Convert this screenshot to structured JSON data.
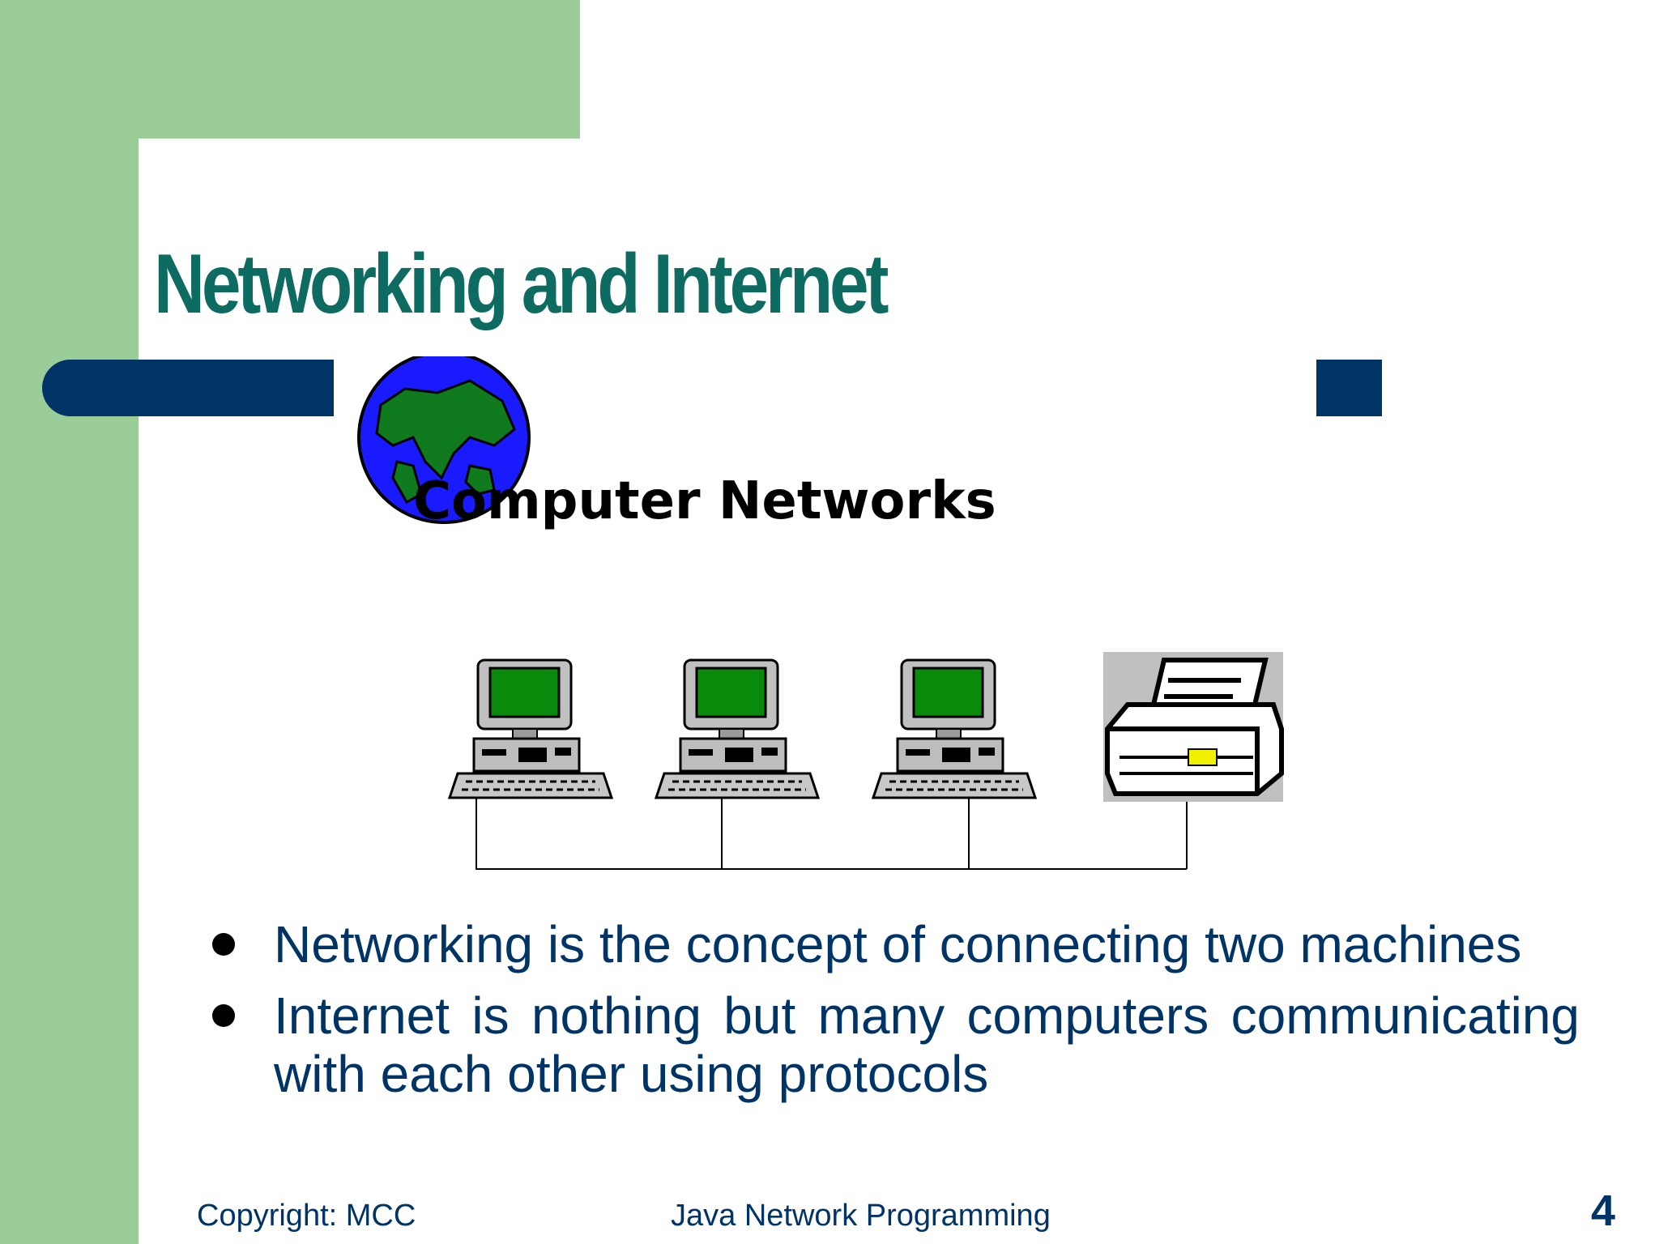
{
  "slide": {
    "title": "Networking and Internet",
    "clipart_caption": "Computer Networks",
    "bullets": [
      "Networking is the concept of connecting two machines",
      "Internet is nothing but many computers communicating with each other using protocols"
    ],
    "footer_left": "Copyright: MCC",
    "footer_center": "Java Network Programming",
    "page_number": "4"
  },
  "colors": {
    "background_green": "#9acd98",
    "title_teal": "#0d6b61",
    "accent_navy": "#003366",
    "screen_green": "#0a8a0a",
    "globe_blue": "#1a1aff"
  },
  "icons": [
    "globe-icon",
    "computer-icon",
    "printer-icon"
  ]
}
